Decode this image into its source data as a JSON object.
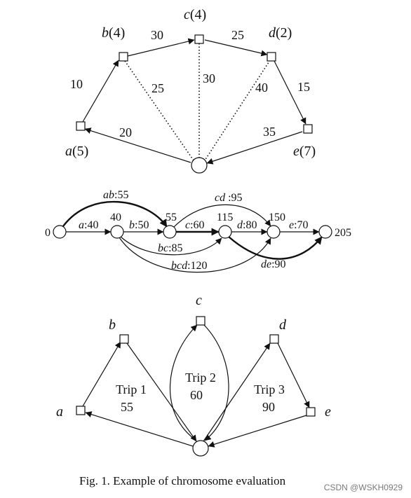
{
  "top_graph": {
    "nodes": {
      "a": {
        "letter": "a",
        "demand": "(5)"
      },
      "b": {
        "letter": "b",
        "demand": "(4)"
      },
      "c": {
        "letter": "c",
        "demand": "(4)"
      },
      "d": {
        "letter": "d",
        "demand": "(2)"
      },
      "e": {
        "letter": "e",
        "demand": "(7)"
      }
    },
    "edge_weights": {
      "a_b": "10",
      "b_c": "30",
      "c_d": "25",
      "d_e": "15",
      "depot_a": "20",
      "e_depot": "35",
      "b_depot": "25",
      "c_depot": "30",
      "d_depot": "40"
    }
  },
  "aux_graph": {
    "node_labels": [
      "0",
      "40",
      "55",
      "115",
      "150",
      "205"
    ],
    "arc_labels": {
      "ab": {
        "name": "ab",
        "cost": ":55"
      },
      "a": {
        "name": "a",
        "cost": ":40"
      },
      "b": {
        "name": "b",
        "cost": ":50"
      },
      "c": {
        "name": "c",
        "cost": ":60"
      },
      "d": {
        "name": "d",
        "cost": ":80"
      },
      "e": {
        "name": "e",
        "cost": ":70"
      },
      "cd": {
        "name": "cd",
        "cost": " :95"
      },
      "bc": {
        "name": "bc",
        "cost": ":85"
      },
      "bcd": {
        "name": "bcd",
        "cost": ":120"
      },
      "de": {
        "name": "de",
        "cost": ":90"
      }
    }
  },
  "trips_graph": {
    "nodes": {
      "a": "a",
      "b": "b",
      "c": "c",
      "d": "d",
      "e": "e"
    },
    "trips": [
      {
        "name": "Trip 1",
        "cost": "55"
      },
      {
        "name": "Trip 2",
        "cost": "60"
      },
      {
        "name": "Trip 3",
        "cost": "90"
      }
    ]
  },
  "caption": "Fig. 1. Example of chromosome evaluation",
  "watermark": "CSDN @WSKH0929",
  "colors": {
    "ink": "#111111",
    "watermark": "#7a7a7a",
    "background": "#ffffff"
  }
}
